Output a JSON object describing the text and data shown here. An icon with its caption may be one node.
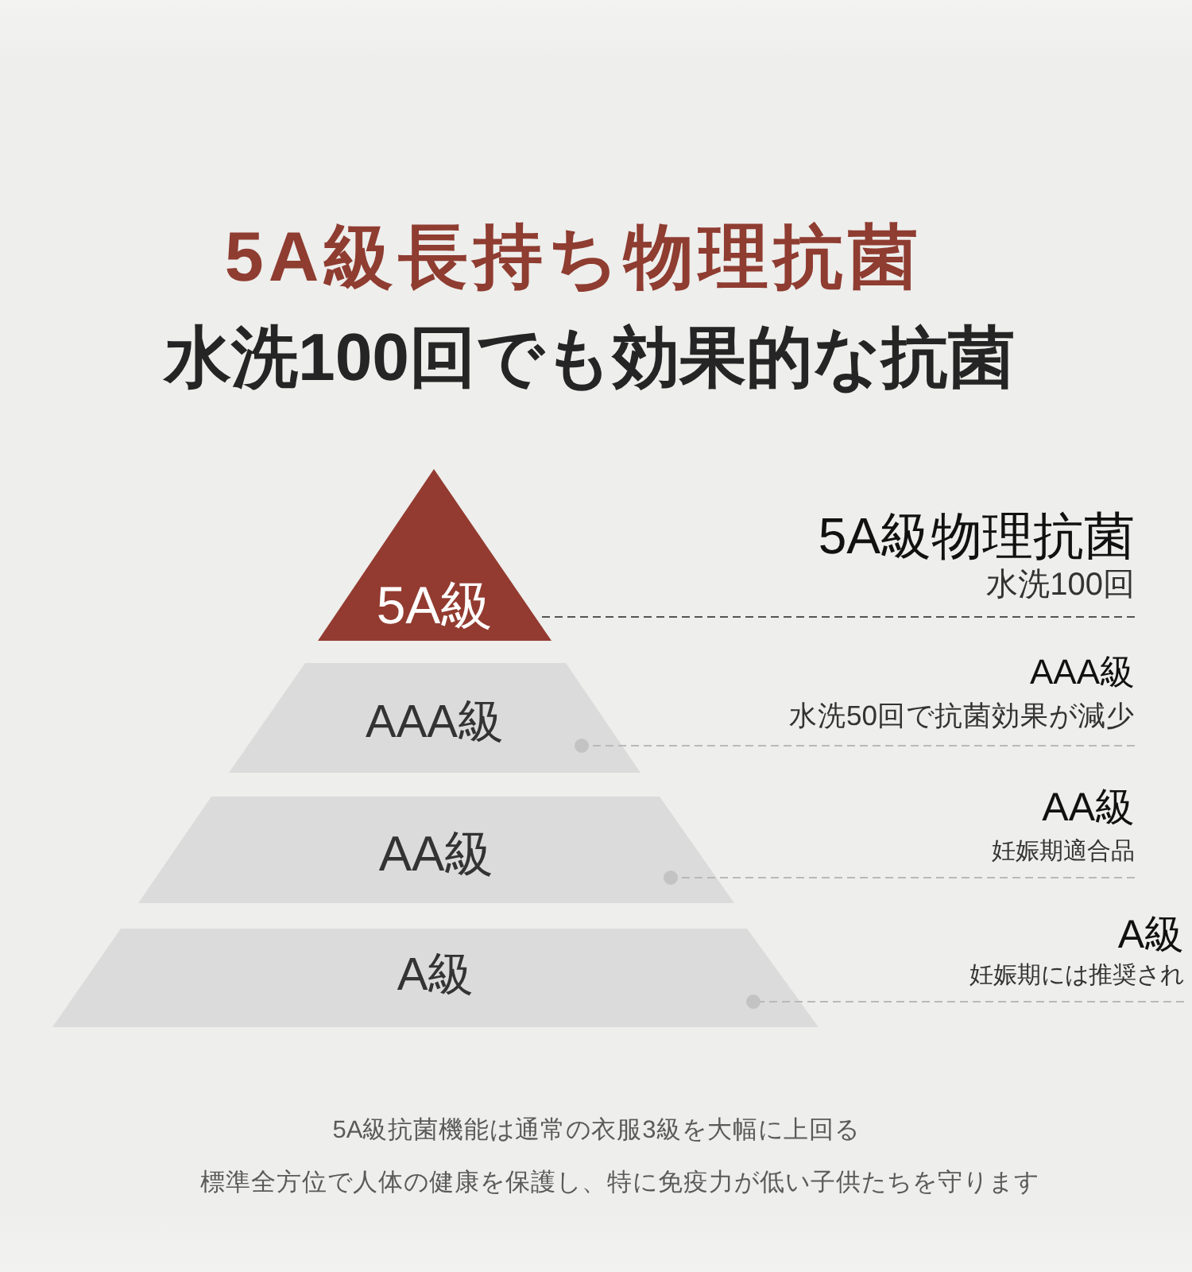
{
  "diagram": {
    "title": "5A級長持ち物理抗菌",
    "nodes": [
      {
        "text": [
          "5A級"
        ]
      },
      {
        "text": [
          "AAA級"
        ]
      },
      {
        "text": [
          "AA級"
        ]
      },
      {
        "text": [
          "A級"
        ]
      },
      {
        "text": [
          "5A級物理抗菌",
          "水洗100回"
        ]
      },
      {
        "text": [
          "AAA級",
          "水洗50回で抗菌効果が減少"
        ]
      },
      {
        "text": [
          "AA級",
          "妊娠期適合品"
        ]
      },
      {
        "text": [
          "A級",
          "妊娠期には推奨され"
        ]
      }
    ],
    "edges": [
      {
        "from": 4,
        "to": 0,
        "arrow": "none",
        "style": "dashed",
        "color": "#555555"
      },
      {
        "from": 5,
        "to": 1,
        "arrow": "other",
        "style": "dashed"
      },
      {
        "from": 6,
        "to": 2,
        "arrow": "other",
        "style": "dashed"
      },
      {
        "from": 7,
        "to": 3,
        "arrow": "other",
        "style": "dashed"
      }
    ],
    "labels": [
      "水洗100回でも効果的な抗菌",
      "5A級抗菌機能は通常の衣服3級を大幅に上回る",
      "標準全方位で人体の健康を保護し、特に免疫力が低い子供たちを守ります"
    ]
  }
}
